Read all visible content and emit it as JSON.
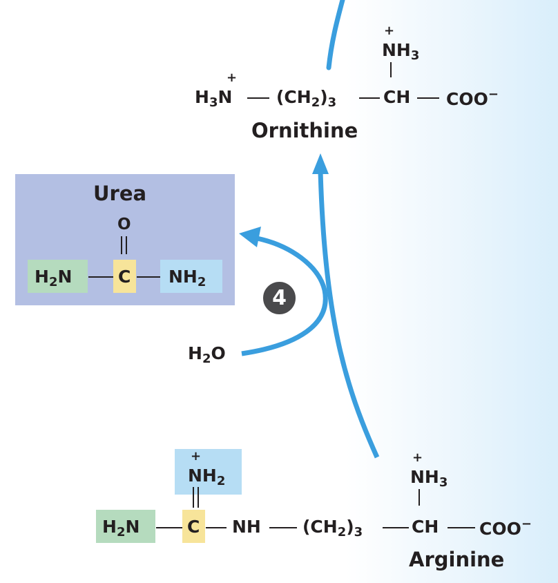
{
  "ornithine": {
    "charge_amine": "+",
    "charge_side": "+",
    "side_group": "NH",
    "side_group_sub": "3",
    "left_group": "H",
    "left_sub": "3",
    "left_n": "N",
    "chain": "(CH",
    "chain_sub": "2",
    "chain_close": ")",
    "chain_sub2": "3",
    "ch": "CH",
    "coo": "COO",
    "coo_charge": "−",
    "name": "Ornithine"
  },
  "urea": {
    "name": "Urea",
    "oxygen": "O",
    "left_h": "H",
    "left_sub": "2",
    "left_n": "N",
    "carbon": "C",
    "right_nh": "NH",
    "right_sub": "2"
  },
  "step": {
    "number": "4"
  },
  "water": {
    "h": "H",
    "sub": "2",
    "o": "O"
  },
  "arginine": {
    "charge_guan": "+",
    "guan_nh": "NH",
    "guan_sub": "2",
    "charge_side": "+",
    "side_group": "NH",
    "side_group_sub": "3",
    "left_h": "H",
    "left_sub": "2",
    "left_n": "N",
    "carbon": "C",
    "nh": "NH",
    "chain": "(CH",
    "chain_sub": "2",
    "chain_close": ")",
    "chain_sub2": "3",
    "ch": "CH",
    "coo": "COO",
    "coo_charge": "−",
    "name": "Arginine"
  },
  "colors": {
    "arrow": "#3a9ede",
    "urea_box": "#b3bfe3",
    "amine_green": "#b5dbbe",
    "carbon_yellow": "#f7e49a",
    "amine_blue": "#b6ddf4",
    "step_circle": "#4a4a4c"
  }
}
